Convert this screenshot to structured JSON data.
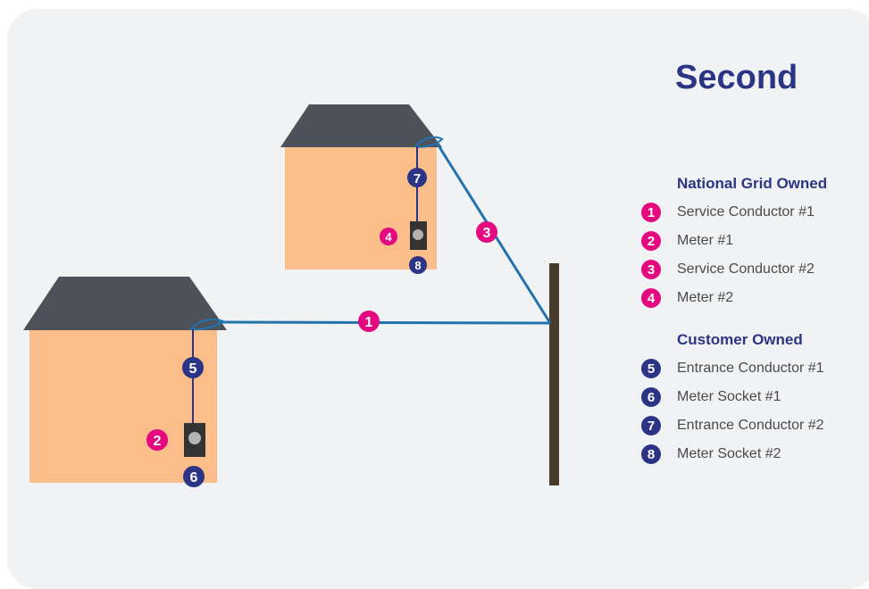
{
  "title": "Second",
  "colors": {
    "background": "#f1f2f4",
    "house_wall": "#fbbe8b",
    "roof": "#4d5159",
    "service_line": "#2173ad",
    "customer_line": "#2c3585",
    "pole": "#4a3c2c",
    "meter_box": "#333333",
    "meter_dial": "#b3b3b3",
    "grid_marker": "#e5097f",
    "customer_marker": "#2c3585"
  },
  "legend": {
    "national_grid": {
      "heading": "National Grid Owned",
      "items": [
        {
          "num": "1",
          "label": "Service Conductor #1"
        },
        {
          "num": "2",
          "label": "Meter #1"
        },
        {
          "num": "3",
          "label": "Service Conductor #2"
        },
        {
          "num": "4",
          "label": "Meter #2"
        }
      ]
    },
    "customer": {
      "heading": "Customer Owned",
      "items": [
        {
          "num": "5",
          "label": "Entrance Conductor #1"
        },
        {
          "num": "6",
          "label": "Meter Socket #1"
        },
        {
          "num": "7",
          "label": "Entrance Conductor #2"
        },
        {
          "num": "8",
          "label": "Meter Socket #2"
        }
      ]
    }
  },
  "diagram": {
    "markers": {
      "m1": "1",
      "m2": "2",
      "m3": "3",
      "m4": "4",
      "m5": "5",
      "m6": "6",
      "m7": "7",
      "m8": "8"
    }
  }
}
